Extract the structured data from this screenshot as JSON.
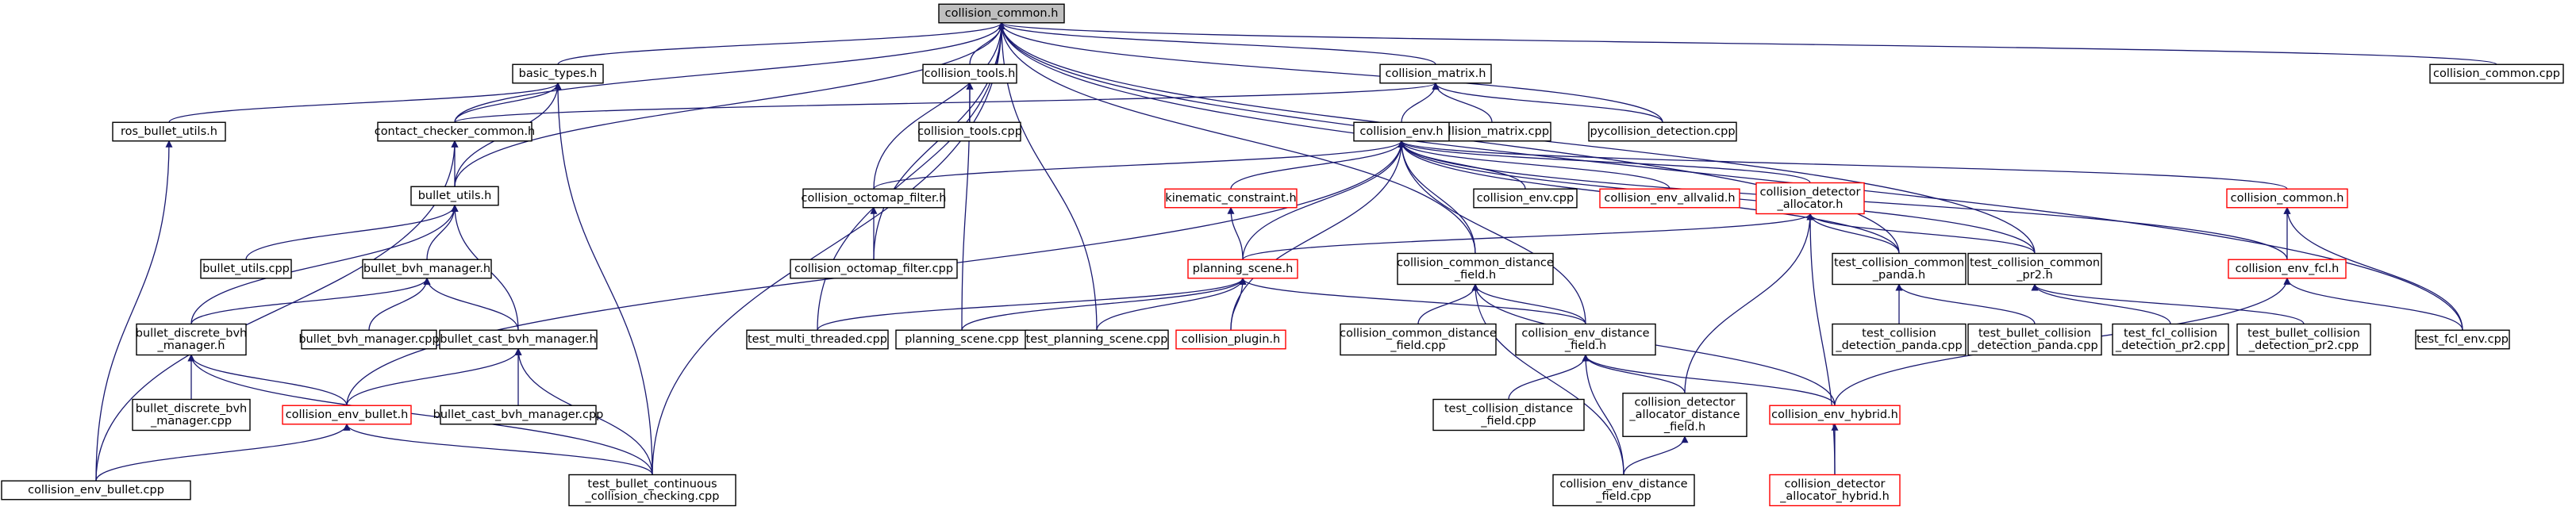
{
  "graph": {
    "colors": {
      "edge": "#191970",
      "root_fill": "#bfbfbf",
      "node_fill": "#ffffff",
      "node_border": "#000000",
      "undocumented_border": "#ff0000"
    },
    "nodes": [
      {
        "id": "n0",
        "lines": [
          "collision_common.h"
        ],
        "kind": "root"
      },
      {
        "id": "n1",
        "lines": [
          "basic_types.h"
        ],
        "kind": "normal"
      },
      {
        "id": "n2",
        "lines": [
          "collision_tools.h"
        ],
        "kind": "normal"
      },
      {
        "id": "n3",
        "lines": [
          "collision_matrix.h"
        ],
        "kind": "normal"
      },
      {
        "id": "n4",
        "lines": [
          "collision_common.cpp"
        ],
        "kind": "normal"
      },
      {
        "id": "n5",
        "lines": [
          "ros_bullet_utils.h"
        ],
        "kind": "normal"
      },
      {
        "id": "n6",
        "lines": [
          "contact_checker_common.h"
        ],
        "kind": "normal"
      },
      {
        "id": "n7",
        "lines": [
          "collision_tools.cpp"
        ],
        "kind": "normal"
      },
      {
        "id": "n8",
        "lines": [
          "collision_matrix.cpp"
        ],
        "kind": "normal"
      },
      {
        "id": "n9",
        "lines": [
          "pycollision_detection.cpp"
        ],
        "kind": "normal"
      },
      {
        "id": "n10",
        "lines": [
          "collision_env.h"
        ],
        "kind": "normal"
      },
      {
        "id": "n11",
        "lines": [
          "bullet_utils.h"
        ],
        "kind": "normal"
      },
      {
        "id": "n12",
        "lines": [
          "collision_octomap_filter.h"
        ],
        "kind": "normal"
      },
      {
        "id": "n13",
        "lines": [
          "kinematic_constraint.h"
        ],
        "kind": "red"
      },
      {
        "id": "n14",
        "lines": [
          "collision_env.cpp"
        ],
        "kind": "normal"
      },
      {
        "id": "n15",
        "lines": [
          "collision_env_allvalid.h"
        ],
        "kind": "red"
      },
      {
        "id": "n16",
        "lines": [
          "collision_detector",
          "_allocator.h"
        ],
        "kind": "red"
      },
      {
        "id": "n17",
        "lines": [
          "collision_common.h"
        ],
        "kind": "red"
      },
      {
        "id": "n18",
        "lines": [
          "bullet_utils.cpp"
        ],
        "kind": "normal"
      },
      {
        "id": "n19",
        "lines": [
          "bullet_bvh_manager.h"
        ],
        "kind": "normal"
      },
      {
        "id": "n20",
        "lines": [
          "collision_octomap_filter.cpp"
        ],
        "kind": "normal"
      },
      {
        "id": "n21",
        "lines": [
          "planning_scene.h"
        ],
        "kind": "red"
      },
      {
        "id": "n22",
        "lines": [
          "collision_common_distance",
          "_field.h"
        ],
        "kind": "normal"
      },
      {
        "id": "n23",
        "lines": [
          "test_collision_common",
          "_panda.h"
        ],
        "kind": "normal"
      },
      {
        "id": "n24",
        "lines": [
          "test_collision_common",
          "_pr2.h"
        ],
        "kind": "normal"
      },
      {
        "id": "n25",
        "lines": [
          "collision_env_fcl.h"
        ],
        "kind": "red"
      },
      {
        "id": "n26",
        "lines": [
          "bullet_discrete_bvh",
          "_manager.h"
        ],
        "kind": "normal"
      },
      {
        "id": "n27",
        "lines": [
          "bullet_bvh_manager.cpp"
        ],
        "kind": "normal"
      },
      {
        "id": "n28",
        "lines": [
          "bullet_cast_bvh_manager.h"
        ],
        "kind": "normal"
      },
      {
        "id": "n29",
        "lines": [
          "test_multi_threaded.cpp"
        ],
        "kind": "normal"
      },
      {
        "id": "n30",
        "lines": [
          "planning_scene.cpp"
        ],
        "kind": "normal"
      },
      {
        "id": "n31",
        "lines": [
          "test_planning_scene.cpp"
        ],
        "kind": "normal"
      },
      {
        "id": "n32",
        "lines": [
          "collision_plugin.h"
        ],
        "kind": "red"
      },
      {
        "id": "n33",
        "lines": [
          "collision_common_distance",
          "_field.cpp"
        ],
        "kind": "normal"
      },
      {
        "id": "n34",
        "lines": [
          "collision_env_distance",
          "_field.h"
        ],
        "kind": "normal"
      },
      {
        "id": "n35",
        "lines": [
          "test_collision",
          "_detection_panda.cpp"
        ],
        "kind": "normal"
      },
      {
        "id": "n36",
        "lines": [
          "test_bullet_collision",
          "_detection_panda.cpp"
        ],
        "kind": "normal"
      },
      {
        "id": "n37",
        "lines": [
          "test_fcl_collision",
          "_detection_pr2.cpp"
        ],
        "kind": "normal"
      },
      {
        "id": "n38",
        "lines": [
          "test_bullet_collision",
          "_detection_pr2.cpp"
        ],
        "kind": "normal"
      },
      {
        "id": "n39",
        "lines": [
          "test_fcl_env.cpp"
        ],
        "kind": "normal"
      },
      {
        "id": "n40",
        "lines": [
          "bullet_discrete_bvh",
          "_manager.cpp"
        ],
        "kind": "normal"
      },
      {
        "id": "n41",
        "lines": [
          "collision_env_bullet.h"
        ],
        "kind": "red"
      },
      {
        "id": "n42",
        "lines": [
          "bullet_cast_bvh_manager.cpp"
        ],
        "kind": "normal"
      },
      {
        "id": "n43",
        "lines": [
          "test_collision_distance",
          "_field.cpp"
        ],
        "kind": "normal"
      },
      {
        "id": "n44",
        "lines": [
          "collision_detector",
          "_allocator_distance",
          "_field.h"
        ],
        "kind": "normal"
      },
      {
        "id": "n45",
        "lines": [
          "collision_env_hybrid.h"
        ],
        "kind": "red"
      },
      {
        "id": "n46",
        "lines": [
          "collision_env_bullet.cpp"
        ],
        "kind": "normal"
      },
      {
        "id": "n47",
        "lines": [
          "test_bullet_continuous",
          "_collision_checking.cpp"
        ],
        "kind": "normal"
      },
      {
        "id": "n48",
        "lines": [
          "collision_env_distance",
          "_field.cpp"
        ],
        "kind": "normal"
      },
      {
        "id": "n49",
        "lines": [
          "collision_detector",
          "_allocator_hybrid.h"
        ],
        "kind": "red"
      }
    ],
    "edges": [
      [
        "n1",
        "n0"
      ],
      [
        "n2",
        "n0"
      ],
      [
        "n3",
        "n0"
      ],
      [
        "n4",
        "n0"
      ],
      [
        "n6",
        "n0"
      ],
      [
        "n9",
        "n0"
      ],
      [
        "n11",
        "n0"
      ],
      [
        "n12",
        "n0"
      ],
      [
        "n20",
        "n0"
      ],
      [
        "n22",
        "n0"
      ],
      [
        "n23",
        "n0"
      ],
      [
        "n24",
        "n0"
      ],
      [
        "n29",
        "n0"
      ],
      [
        "n31",
        "n0"
      ],
      [
        "n39",
        "n0"
      ],
      [
        "n47",
        "n0"
      ],
      [
        "n5",
        "n1"
      ],
      [
        "n6",
        "n1"
      ],
      [
        "n11",
        "n1"
      ],
      [
        "n47",
        "n1"
      ],
      [
        "n7",
        "n2"
      ],
      [
        "n30",
        "n2"
      ],
      [
        "n6",
        "n3"
      ],
      [
        "n8",
        "n3"
      ],
      [
        "n9",
        "n3"
      ],
      [
        "n10",
        "n3"
      ],
      [
        "n11",
        "n6"
      ],
      [
        "n46",
        "n6"
      ],
      [
        "n46",
        "n5"
      ],
      [
        "n12",
        "n10"
      ],
      [
        "n13",
        "n10"
      ],
      [
        "n14",
        "n10"
      ],
      [
        "n15",
        "n10"
      ],
      [
        "n16",
        "n10"
      ],
      [
        "n17",
        "n10"
      ],
      [
        "n21",
        "n10"
      ],
      [
        "n22",
        "n10"
      ],
      [
        "n23",
        "n10"
      ],
      [
        "n24",
        "n10"
      ],
      [
        "n25",
        "n10"
      ],
      [
        "n32",
        "n10"
      ],
      [
        "n34",
        "n10"
      ],
      [
        "n41",
        "n10"
      ],
      [
        "n20",
        "n12"
      ],
      [
        "n21",
        "n13"
      ],
      [
        "n21",
        "n16"
      ],
      [
        "n23",
        "n16"
      ],
      [
        "n24",
        "n16"
      ],
      [
        "n44",
        "n16"
      ],
      [
        "n49",
        "n16"
      ],
      [
        "n25",
        "n17"
      ],
      [
        "n39",
        "n17"
      ],
      [
        "n39",
        "n25"
      ],
      [
        "n45",
        "n25"
      ],
      [
        "n18",
        "n11"
      ],
      [
        "n19",
        "n11"
      ],
      [
        "n26",
        "n11"
      ],
      [
        "n28",
        "n11"
      ],
      [
        "n26",
        "n19"
      ],
      [
        "n27",
        "n19"
      ],
      [
        "n28",
        "n19"
      ],
      [
        "n29",
        "n21"
      ],
      [
        "n30",
        "n21"
      ],
      [
        "n31",
        "n21"
      ],
      [
        "n32",
        "n21"
      ],
      [
        "n34",
        "n21"
      ],
      [
        "n33",
        "n22"
      ],
      [
        "n34",
        "n22"
      ],
      [
        "n45",
        "n22"
      ],
      [
        "n48",
        "n22"
      ],
      [
        "n35",
        "n23"
      ],
      [
        "n36",
        "n23"
      ],
      [
        "n37",
        "n24"
      ],
      [
        "n38",
        "n24"
      ],
      [
        "n40",
        "n26"
      ],
      [
        "n41",
        "n26"
      ],
      [
        "n47",
        "n26"
      ],
      [
        "n41",
        "n28"
      ],
      [
        "n42",
        "n28"
      ],
      [
        "n47",
        "n28"
      ],
      [
        "n43",
        "n34"
      ],
      [
        "n44",
        "n34"
      ],
      [
        "n45",
        "n34"
      ],
      [
        "n48",
        "n34"
      ],
      [
        "n48",
        "n44"
      ],
      [
        "n49",
        "n45"
      ],
      [
        "n46",
        "n41"
      ],
      [
        "n47",
        "n41"
      ]
    ]
  }
}
